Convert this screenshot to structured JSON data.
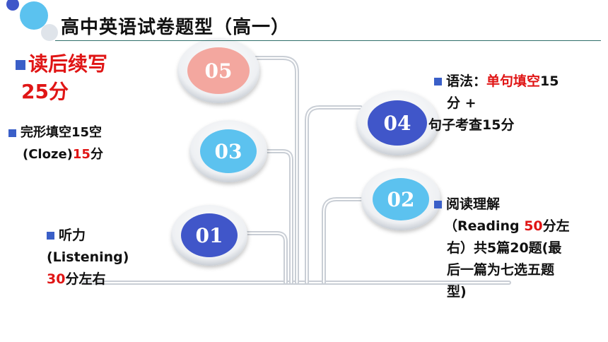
{
  "title": "高中英语试卷题型（高一）",
  "bubbles": [
    {
      "number": "05",
      "fill": "#f3a79f",
      "text_color": "#ffffff"
    },
    {
      "number": "04",
      "fill": "#3f57c9",
      "text_color": "#ffffff"
    },
    {
      "number": "03",
      "fill": "#5bc2ef",
      "text_color": "#ffffff"
    },
    {
      "number": "02",
      "fill": "#5bc2ef",
      "text_color": "#ffffff"
    },
    {
      "number": "01",
      "fill": "#3f57c9",
      "text_color": "#ffffff"
    }
  ],
  "labels": {
    "continuation": {
      "name": "读后续写",
      "score": "25分"
    },
    "cloze": {
      "line1": "完形填空15空",
      "line2_prefix": "(Cloze)",
      "score_num": "15",
      "score_unit": "分"
    },
    "grammar": {
      "prefix": "语法：",
      "highlight": "单句填空",
      "num": "15",
      "line2": "分 +",
      "line3": "句子考查15分"
    },
    "reading": {
      "title": "阅读理解",
      "line2_prefix": "（Reading ",
      "score_num": "50",
      "line2_suffix": "分左",
      "line3": "右）共5篇20题(最",
      "line4": "后一篇为七选五题",
      "line5": "型)"
    },
    "listening": {
      "title": "听力",
      "line2": "(Listening)",
      "score_num": "30",
      "score_unit": "分左右"
    }
  },
  "colors": {
    "accent_red": "#e01515",
    "bullet_blue": "#3a5fc8",
    "rule": "#2f6f6a"
  }
}
